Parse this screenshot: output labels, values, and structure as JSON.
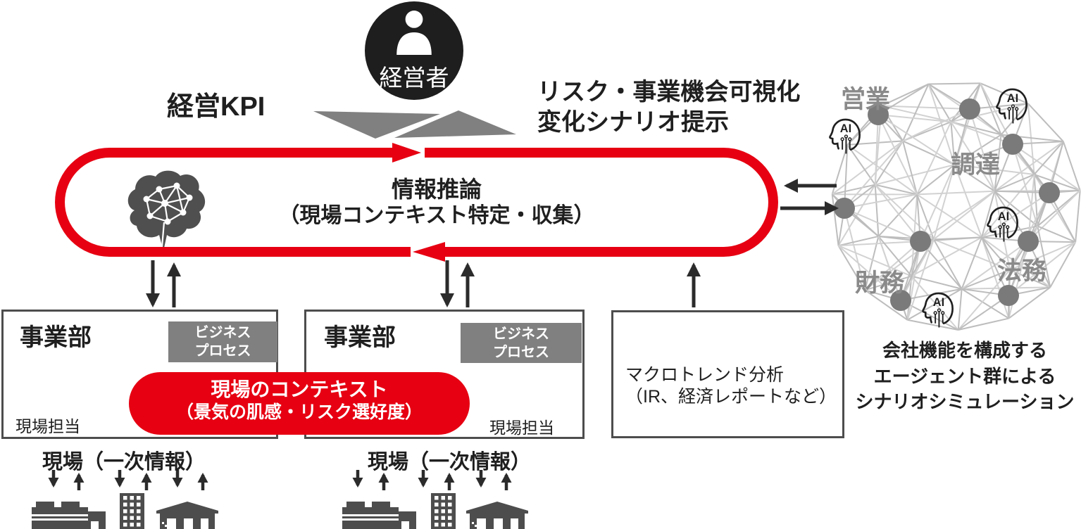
{
  "executive": {
    "label": "経営者"
  },
  "kpi_label": "経営KPI",
  "risk": {
    "line1": "リスク・事業機会可視化",
    "line2": "変化シナリオ提示"
  },
  "loop": {
    "line1": "情報推論",
    "line2": "（現場コンテキスト特定・収集）"
  },
  "division1": {
    "title": "事業部",
    "process_line1": "ビジネス",
    "process_line2": "プロセス",
    "staff_label": "現場担当"
  },
  "division2": {
    "title": "事業部",
    "process_line1": "ビジネス",
    "process_line2": "プロセス",
    "staff_label": "現場担当"
  },
  "context_pill": {
    "line1": "現場のコンテキスト",
    "line2": "（景気の肌感・リスク選好度）"
  },
  "macro_box": {
    "line1": "マクロトレンド分析",
    "line2": "（IR、経済レポートなど）"
  },
  "site1": {
    "label": "現場（一次情報）"
  },
  "site2": {
    "label": "現場（一次情報）"
  },
  "sphere": {
    "label_sales": "営業",
    "label_procurement": "調達",
    "label_legal": "法務",
    "label_finance": "財務",
    "caption_line1": "会社機能を構成する",
    "caption_line2": "エージェント群による",
    "caption_line3": "シナリオシミュレーション"
  },
  "ai_badge": "AI",
  "icons": {
    "executive": "person-icon",
    "staff": "person-icon",
    "agent": "ai-head-icon",
    "inference": "brain-network-icon",
    "sites": [
      "factory-icon",
      "office-building-icon",
      "warehouse-icon"
    ]
  },
  "colors": {
    "accent_red": "#e60012",
    "dark_gray": "#4d4d4d",
    "mid_gray": "#808080",
    "mesh_gray": "#c6c6c6",
    "label_gray": "#8a8a8a",
    "text_black": "#1f1f1f"
  }
}
